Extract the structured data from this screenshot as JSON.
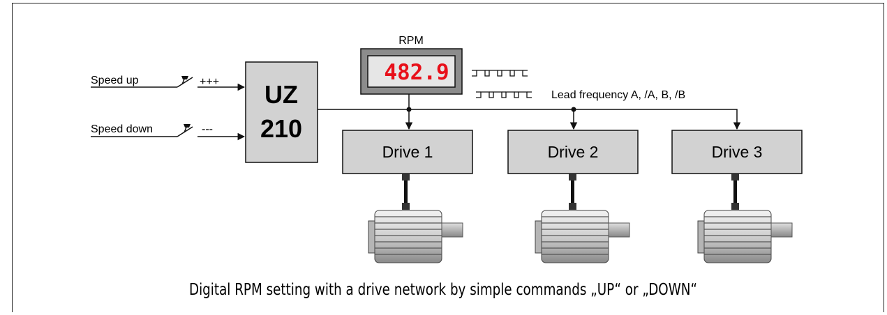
{
  "inputs": {
    "speed_up": "Speed up",
    "speed_up_sign": "+++",
    "speed_down": "Speed down",
    "speed_down_sign": "---"
  },
  "controller": {
    "line1": "UZ",
    "line2": "210"
  },
  "display": {
    "title": "RPM",
    "value": "482.9"
  },
  "bus": {
    "label": "Lead frequency A, /A, B, /B"
  },
  "drives": [
    {
      "label": "Drive 1"
    },
    {
      "label": "Drive 2"
    },
    {
      "label": "Drive 3"
    }
  ],
  "caption": "Digital RPM setting with a drive network by simple commands „UP“ or „DOWN“"
}
